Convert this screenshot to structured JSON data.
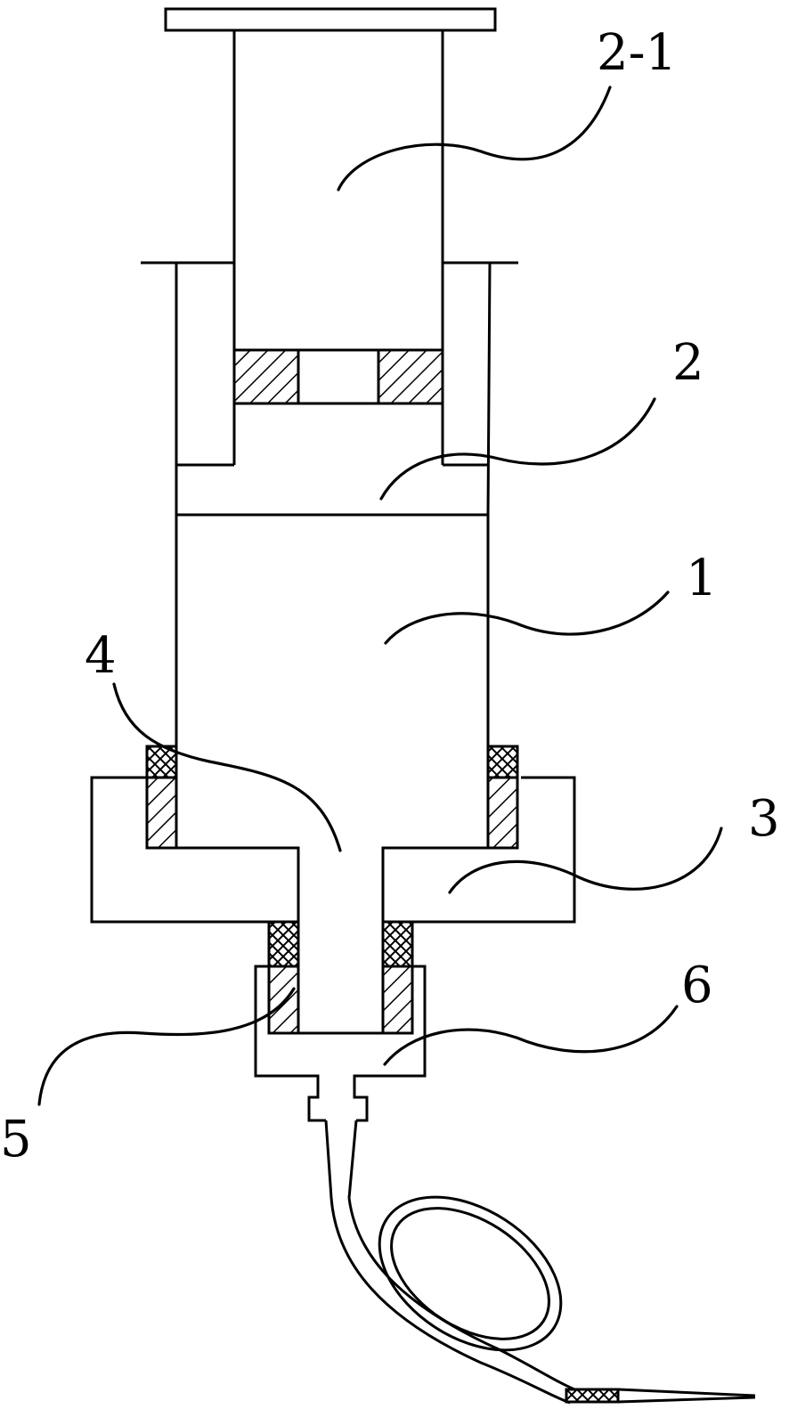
{
  "labels": {
    "plunger_rod": "2-1",
    "plunger": "2",
    "barrel": "1",
    "channel": "4",
    "holder": "3",
    "seal_ring": "5",
    "connector": "6"
  }
}
